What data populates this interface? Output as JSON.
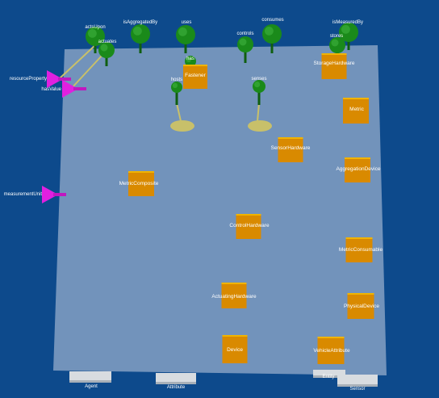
{
  "colors": {
    "background": "#0d4a8c",
    "plane": "#8fa8c8",
    "box": "#d98a00",
    "box_top": "#f0b400",
    "tree": "#1a8a1a",
    "tree_dark": "#0f5e0f",
    "cone": "#e020e0",
    "disc": "#c8c06a",
    "pedestal": "#d8dce0"
  },
  "boxes": [
    {
      "id": "storage",
      "label": "StorageHardware"
    },
    {
      "id": "fastener",
      "label": "Fastener"
    },
    {
      "id": "metric",
      "label": "Metric"
    },
    {
      "id": "sensor",
      "label": "SensorHardware"
    },
    {
      "id": "aggregation",
      "label": "AggregationDevice"
    },
    {
      "id": "metric-composite",
      "label": "MetricComposite"
    },
    {
      "id": "control",
      "label": "ControlHardware"
    },
    {
      "id": "metric-consumable",
      "label": "MetricConsumable"
    },
    {
      "id": "actuating",
      "label": "ActuatingHardware"
    },
    {
      "id": "physical",
      "label": "PhysicalDevice"
    },
    {
      "id": "device",
      "label": "Device"
    },
    {
      "id": "vehicle",
      "label": "VehicleAttribute"
    }
  ],
  "trees": [
    {
      "id": "t1",
      "label": "actsUpon"
    },
    {
      "id": "t2",
      "label": "actuates"
    },
    {
      "id": "t3",
      "label": "isAggregatedBy"
    },
    {
      "id": "t4",
      "label": "uses"
    },
    {
      "id": "t5",
      "label": "controls"
    },
    {
      "id": "t6",
      "label": "consumes"
    },
    {
      "id": "t7",
      "label": "isMeasuredBy"
    },
    {
      "id": "t8",
      "label": "stores"
    },
    {
      "id": "t9",
      "label": "has"
    },
    {
      "id": "t10",
      "label": "hosts"
    },
    {
      "id": "t11",
      "label": "senses"
    }
  ],
  "cones": [
    {
      "id": "c1",
      "label": "resourceProperty"
    },
    {
      "id": "c2",
      "label": "hasValue"
    },
    {
      "id": "c3",
      "label": "measurementUnit"
    }
  ],
  "pedestals": [
    {
      "id": "p1",
      "label": "Agent"
    },
    {
      "id": "p2",
      "label": "Attribute"
    },
    {
      "id": "p3",
      "label": "Entity"
    },
    {
      "id": "p4",
      "label": "Sensor"
    }
  ]
}
